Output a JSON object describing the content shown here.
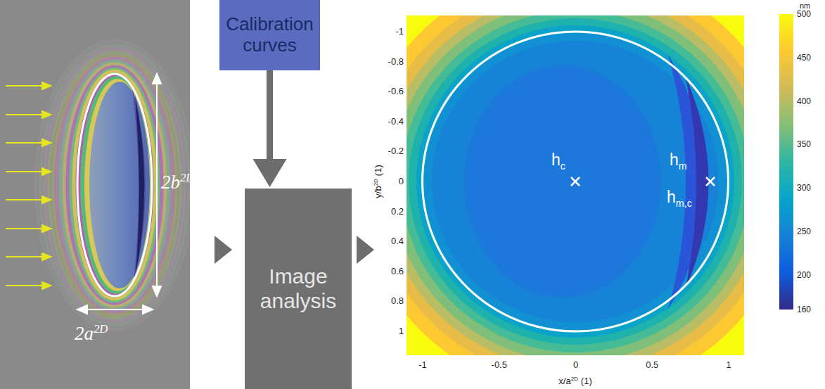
{
  "diagram": {
    "nodes": [
      {
        "text": [
          "Calibration curves"
        ]
      },
      {
        "text": [
          "Image analysis"
        ]
      }
    ],
    "edges": [
      {
        "from": 0,
        "to": 1,
        "arrow": "to"
      }
    ],
    "labels": [
      "2b",
      "2D",
      "2a",
      "2D",
      "-1",
      "-0.8",
      "-0.6",
      "-0.4",
      "-0.2",
      "0",
      "0.2",
      "0.4",
      "0.6",
      "0.8",
      "1",
      "-1",
      "-0.5",
      "0",
      "0.5",
      "1",
      "y/b",
      "2D",
      "(1)",
      "x/a",
      "2D",
      "(1)",
      "h",
      "c",
      "h",
      "m",
      "h",
      "m,c",
      "nm",
      "500",
      "450",
      "400",
      "350",
      "300",
      "250",
      "200",
      "160"
    ]
  }
}
